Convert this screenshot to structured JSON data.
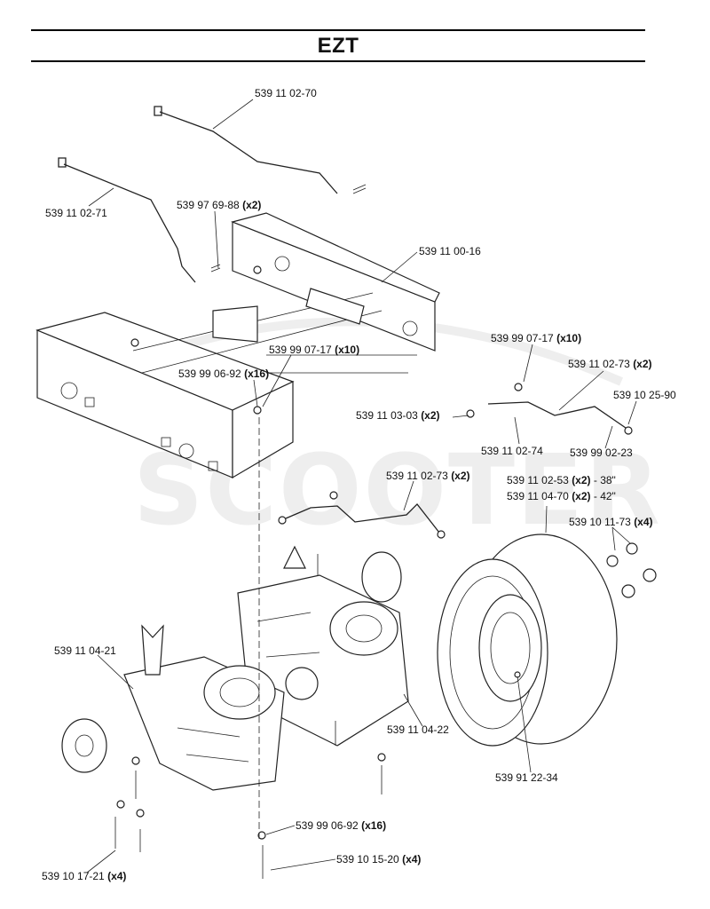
{
  "header": {
    "title": "EZT"
  },
  "watermark": {
    "text": "SCOOTER"
  },
  "labels": {
    "p_1102_70": {
      "num": "539 11 02-70"
    },
    "p_1102_71": {
      "num": "539 11 02-71"
    },
    "p_9769_88": {
      "num": "539 97 69-88",
      "qty": "(x2)"
    },
    "p_1100_16": {
      "num": "539 11 00-16"
    },
    "p_9907_17_a": {
      "num": "539 99 07-17",
      "qty": "(x10)"
    },
    "p_9906_92_a": {
      "num": "539 99 06-92",
      "qty": "(x16)"
    },
    "p_9907_17_b": {
      "num": "539 99 07-17",
      "qty": "(x10)"
    },
    "p_1102_73_a": {
      "num": "539 11 02-73",
      "qty": "(x2)"
    },
    "p_1025_90": {
      "num": "539 10 25-90"
    },
    "p_1103_03": {
      "num": "539 11 03-03",
      "qty": "(x2)"
    },
    "p_1102_74": {
      "num": "539 11 02-74"
    },
    "p_9902_23": {
      "num": "539 99 02-23"
    },
    "p_1102_73_b": {
      "num": "539 11 02-73",
      "qty": "(x2)"
    },
    "p_1102_53": {
      "num": "539 11 02-53",
      "qty": "(x2)",
      "suffix": " - 38\""
    },
    "p_1104_70": {
      "num": "539 11 04-70",
      "qty": "(x2)",
      "suffix": " - 42\""
    },
    "p_1011_73": {
      "num": "539 10 11-73",
      "qty": "(x4)"
    },
    "p_1104_21": {
      "num": "539 11 04-21"
    },
    "p_1104_22": {
      "num": "539 11 04-22"
    },
    "p_9122_34": {
      "num": "539 91 22-34"
    },
    "p_9906_92_b": {
      "num": "539 99 06-92",
      "qty": "(x16)"
    },
    "p_1015_20": {
      "num": "539 10 15-20",
      "qty": "(x4)"
    },
    "p_1017_21": {
      "num": "539 10 17-21",
      "qty": "(x4)"
    }
  }
}
